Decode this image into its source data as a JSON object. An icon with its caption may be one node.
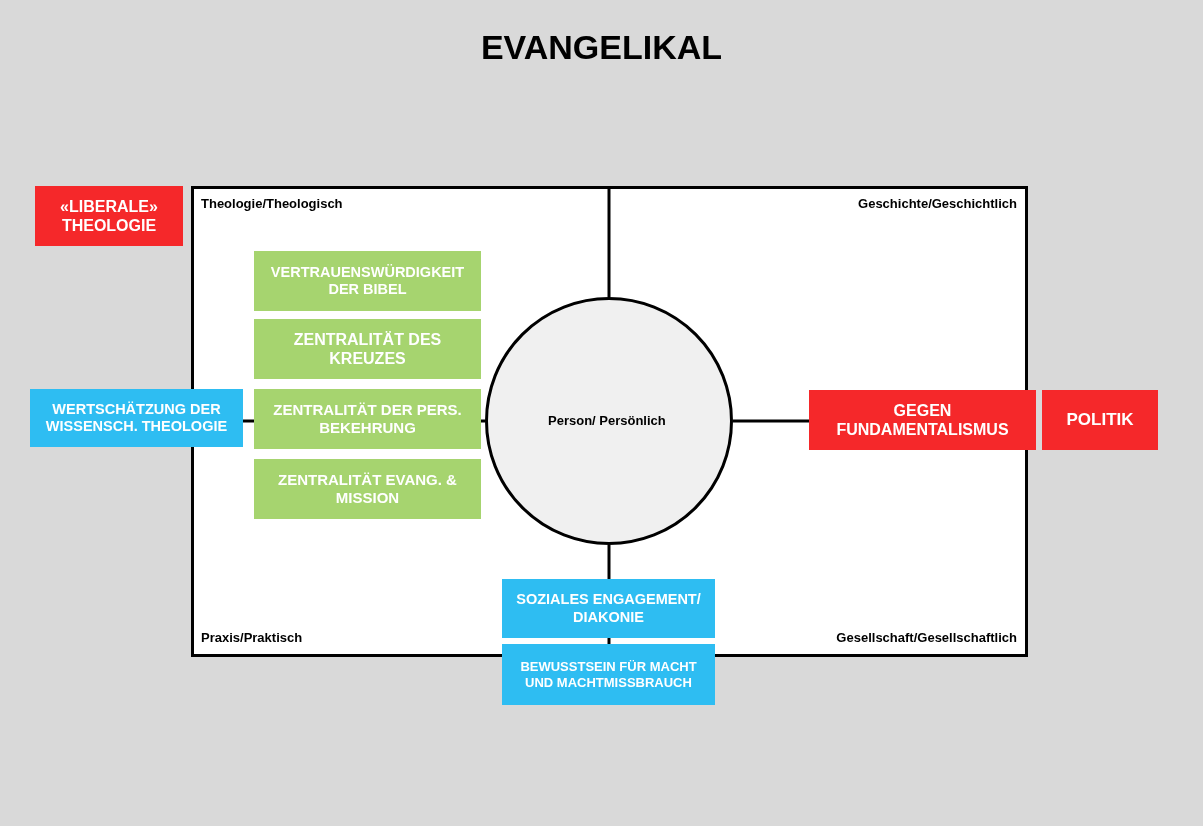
{
  "diagram": {
    "title": "EVANGELIKAL",
    "nodes": [
      {
        "text": [
          "«LIBERALE» THEOLOGIE"
        ]
      },
      {
        "text": [
          "VERTRAUENSWÜRDIGKEIT DER BIBEL"
        ]
      },
      {
        "text": [
          "ZENTRALITÄT DES KREUZES"
        ]
      },
      {
        "text": [
          "WERTSCHÄTZUNG DER WISSENSCH. THEOLOGIE"
        ]
      },
      {
        "text": [
          "ZENTRALITÄT DER PERS. BEKEHRUNG"
        ]
      },
      {
        "text": [
          "Person/ Persönlich"
        ]
      },
      {
        "text": [
          "GEGEN FUNDAMENTALISMUS"
        ]
      },
      {
        "text": [
          "POLITIK"
        ]
      },
      {
        "text": [
          "ZENTRALITÄT EVANG. & MISSION"
        ]
      },
      {
        "text": [
          "SOZIALES ENGAGEMENT/ DIAKONIE"
        ]
      },
      {
        "text": [
          "BEWUSSTSEIN FÜR MACHT UND MACHTMISSBRAUCH"
        ]
      }
    ],
    "labels": [
      "Theologie/Theologisch",
      "Geschichte/Geschichtlich",
      "Praxis/Praktisch",
      "Gesellschaft/Gesellschaftlich"
    ]
  }
}
